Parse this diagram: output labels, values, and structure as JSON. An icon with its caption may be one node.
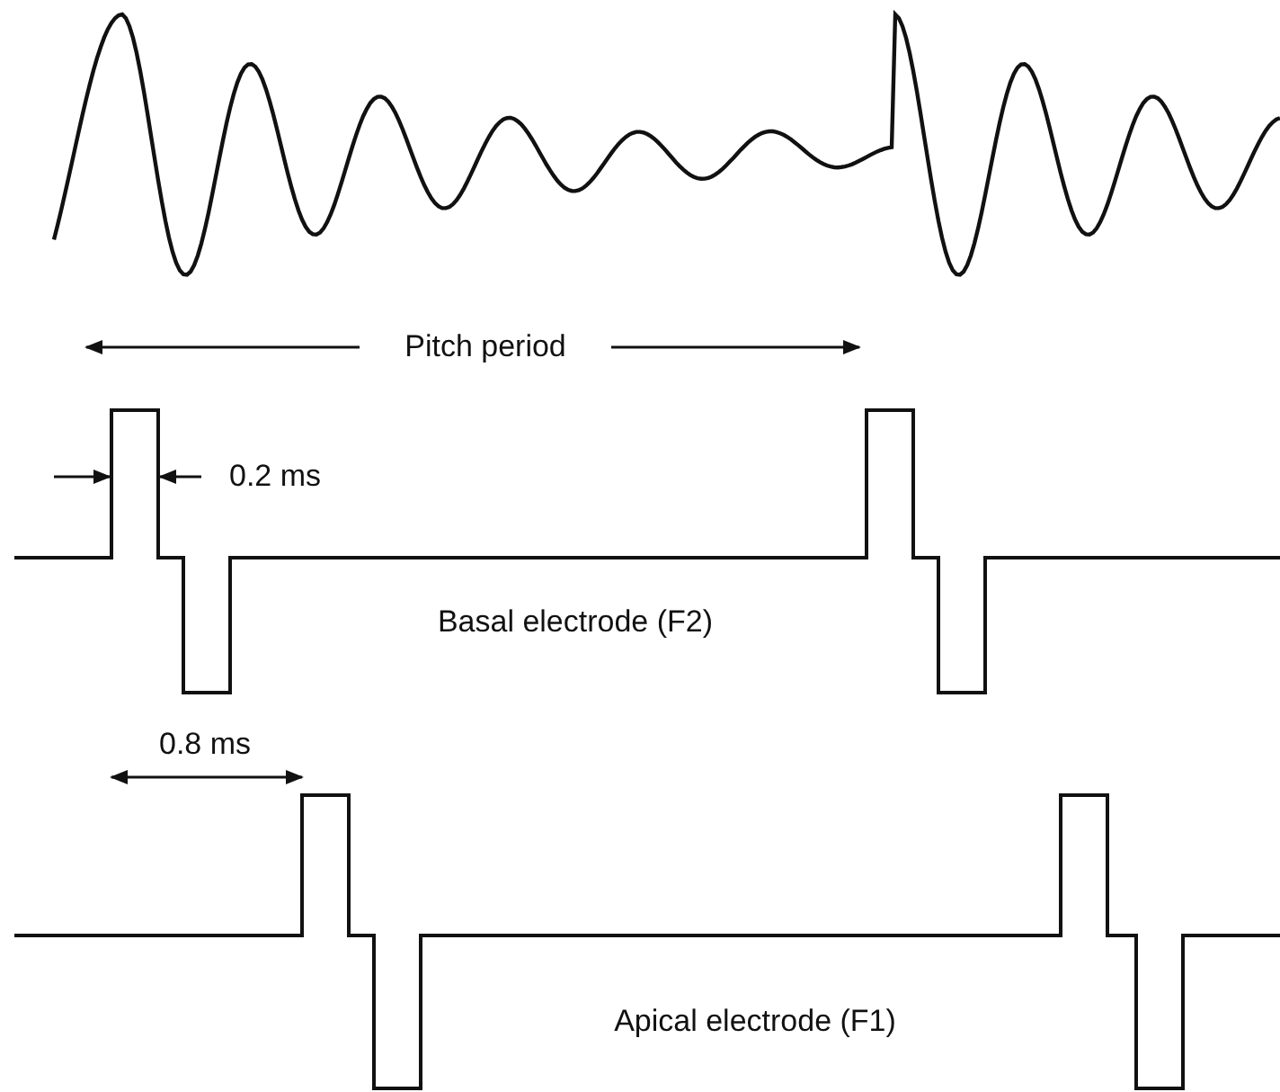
{
  "diagram": {
    "labels": [
      "Pitch period",
      "0.2 ms",
      "Basal electrode (F2)",
      "0.8 ms",
      "Apical electrode (F1)"
    ]
  }
}
